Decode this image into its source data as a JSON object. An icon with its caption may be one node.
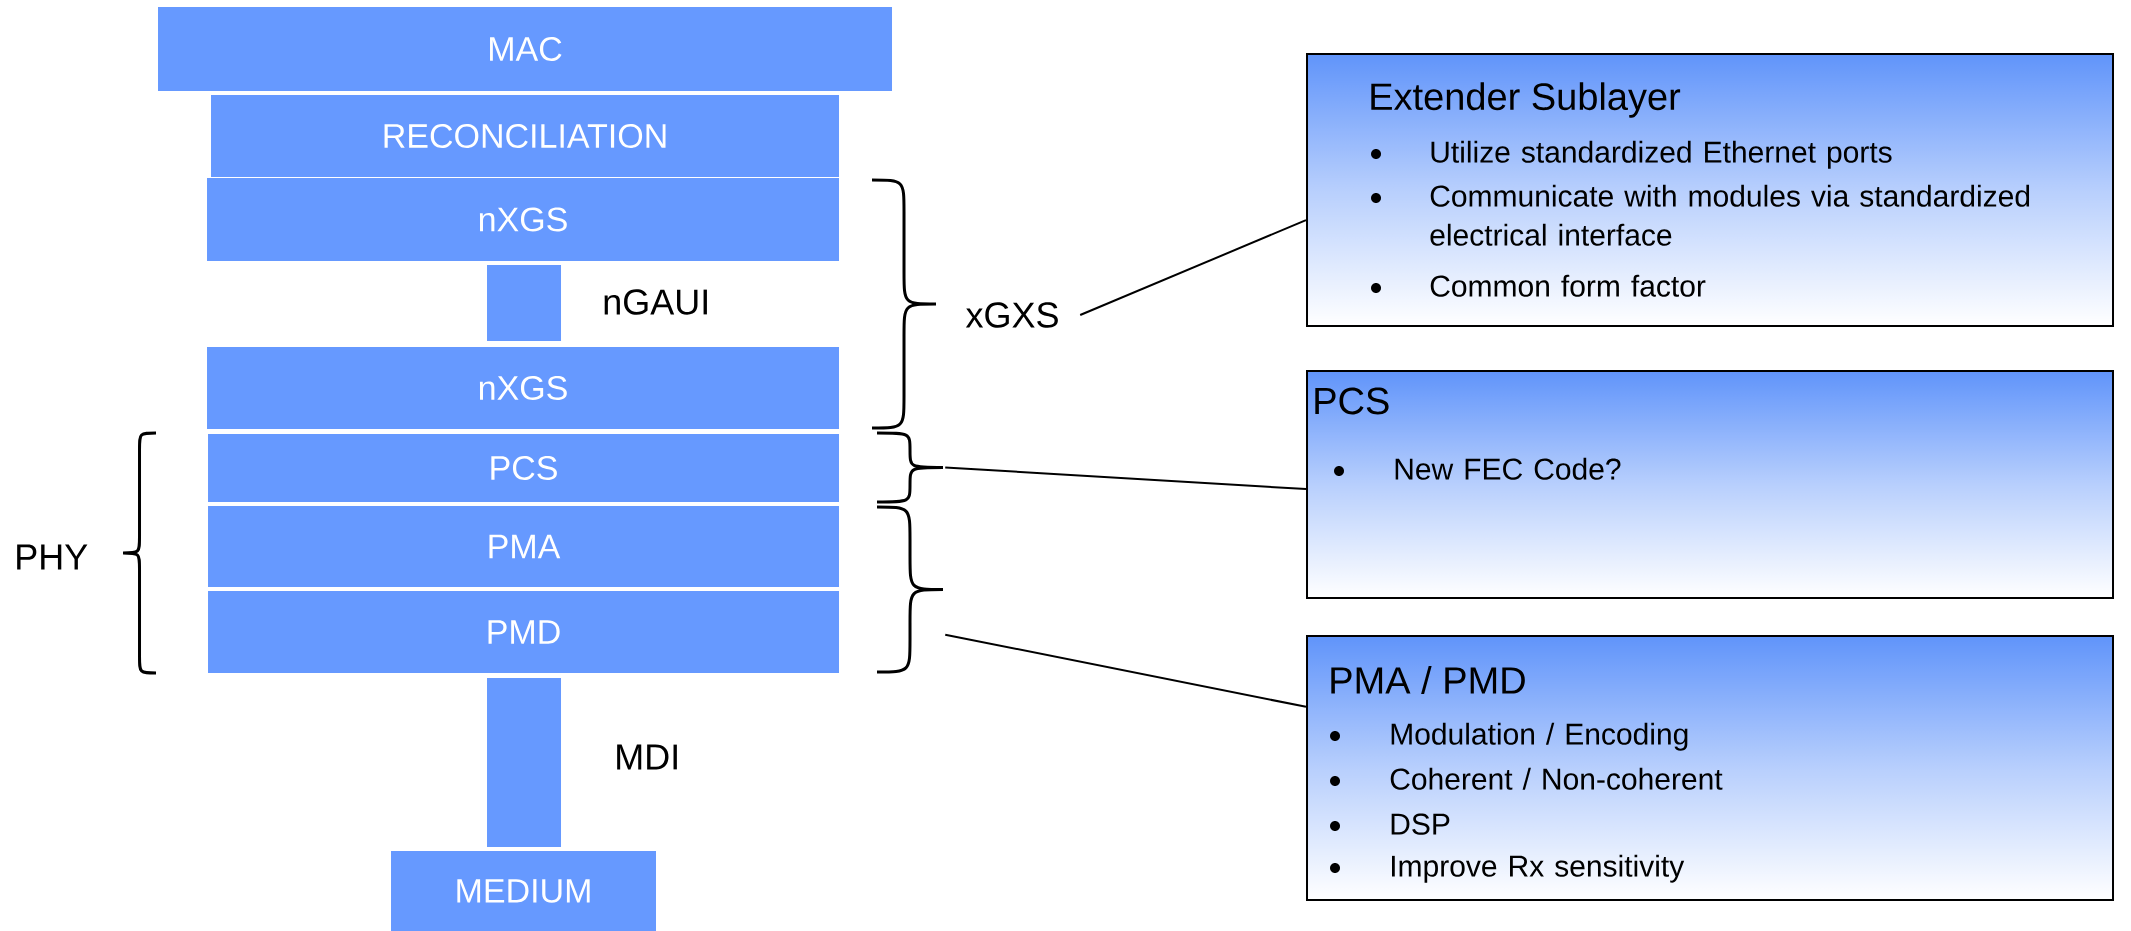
{
  "diagram": {
    "nodes": [
      {
        "text": [
          "MAC"
        ]
      },
      {
        "text": [
          "RECONCILIATION"
        ]
      },
      {
        "text": [
          "nXGS"
        ]
      },
      {
        "text": [],
        "shape": "bar"
      },
      {
        "text": [
          "nXGS"
        ]
      },
      {
        "text": [
          "PCS"
        ]
      },
      {
        "text": [
          "PMA"
        ]
      },
      {
        "text": [
          "PMD"
        ]
      },
      {
        "text": [],
        "shape": "bar"
      },
      {
        "text": [
          "MEDIUM"
        ]
      },
      {
        "text": [
          "xGXS"
        ]
      },
      {
        "text": [],
        "shape": "brace"
      },
      {
        "text": [],
        "shape": "brace"
      },
      {
        "text": [
          "Extender Sublayer",
          "Utilize standardized Ethernet ports",
          "Communicate with modules via standardized electrical interface",
          "Common form factor"
        ]
      },
      {
        "text": [
          "PCS",
          "New FEC Code?"
        ]
      },
      {
        "text": [
          "PMA / PMD",
          "Modulation / Encoding",
          "Coherent / Non-coherent",
          "DSP",
          "Improve Rx sensitivity"
        ]
      }
    ],
    "edges": [
      {
        "from": 10,
        "to": 13,
        "arrow": "none"
      },
      {
        "from": 11,
        "to": 14,
        "arrow": "none"
      },
      {
        "from": 12,
        "to": 15,
        "arrow": "none"
      }
    ],
    "labels": [
      "nGAUI",
      "MDI",
      "PHY"
    ]
  }
}
